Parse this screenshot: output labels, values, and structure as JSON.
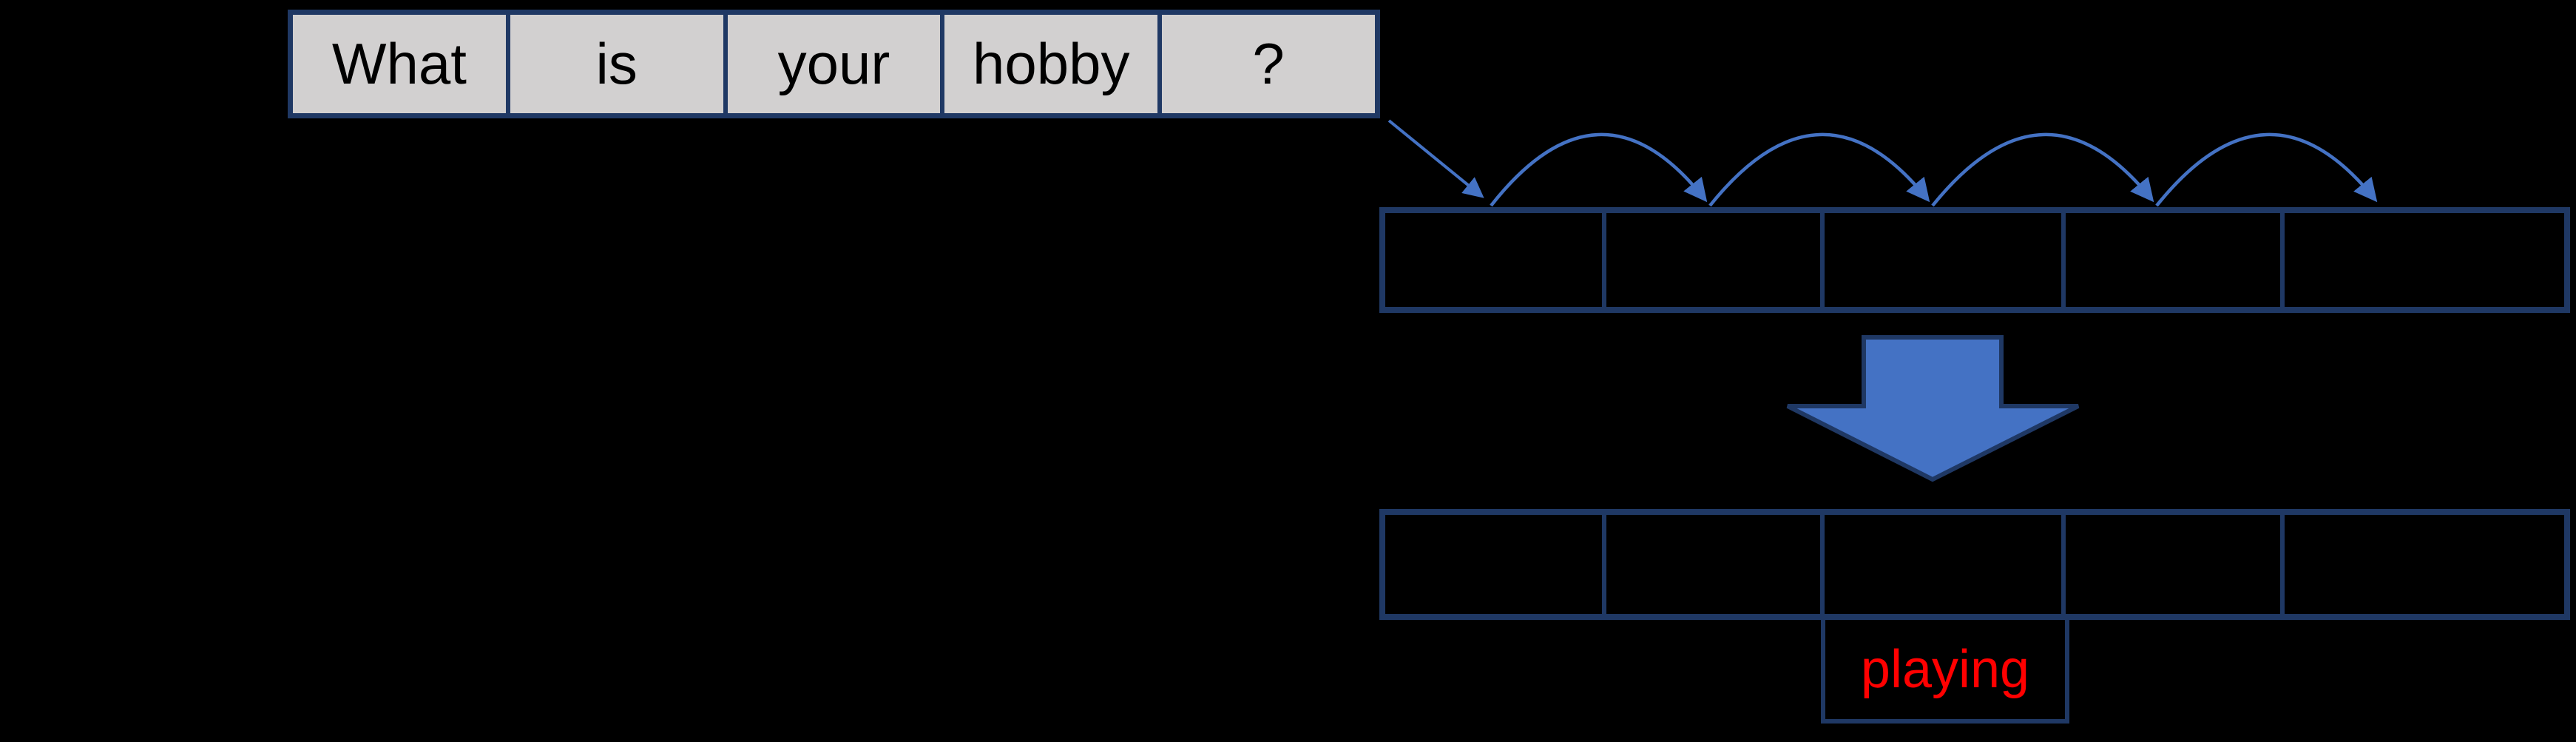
{
  "diagram": {
    "sentence_words": [
      "What",
      "is",
      "your",
      "hobby",
      "?"
    ],
    "predicted_word": "playing",
    "token_row_cell_count": 5,
    "output_row_cell_count": 5,
    "hop_arc_count": 4
  },
  "colors": {
    "background": "#000000",
    "navy": "#1f3864",
    "blue": "#4472c4",
    "cell-gray": "#d2d0d0",
    "word-text": "#000000",
    "prediction-red": "#ff0000"
  }
}
